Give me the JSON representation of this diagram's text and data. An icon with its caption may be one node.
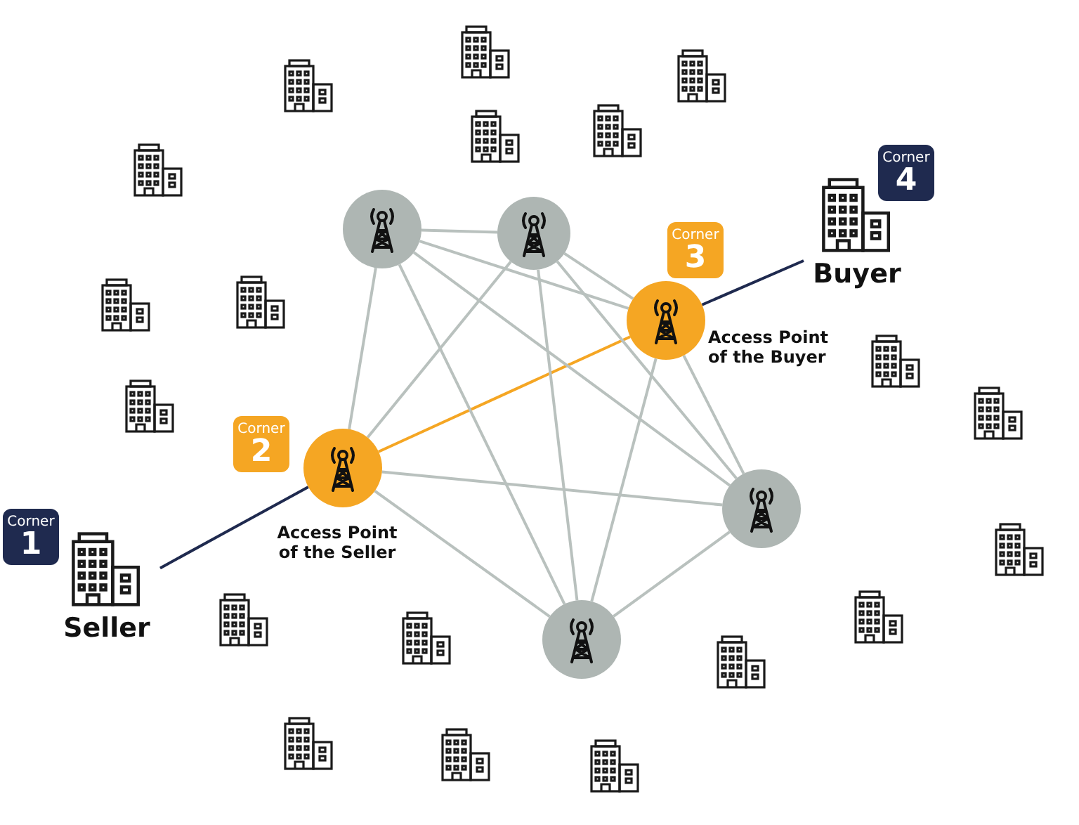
{
  "diagram": {
    "nodes": [
      {
        "text": [
          "Corner",
          "1"
        ]
      },
      {
        "text": [
          "Seller"
        ]
      },
      {
        "text": [
          "Corner",
          "2"
        ]
      },
      {
        "text": [],
        "shape": "circle",
        "beside": [
          "Access Point of the Seller"
        ]
      },
      {
        "text": [],
        "shape": "circle"
      },
      {
        "text": [],
        "shape": "circle"
      },
      {
        "text": [
          "Corner",
          "3"
        ]
      },
      {
        "text": [],
        "shape": "circle",
        "beside": [
          "Access Point of the Buyer"
        ]
      },
      {
        "text": [
          "Corner",
          "4"
        ]
      },
      {
        "text": [
          "Buyer"
        ]
      },
      {
        "text": [],
        "shape": "circle"
      },
      {
        "text": [],
        "shape": "circle"
      }
    ],
    "edges": [
      {
        "from": 1,
        "to": 3,
        "arrow": "none",
        "color": "#1f2a4f"
      },
      {
        "from": 7,
        "to": 9,
        "arrow": "none",
        "color": "#1f2a4f"
      },
      {
        "from": 3,
        "to": 7,
        "arrow": "none",
        "color": "#f5a623"
      },
      {
        "from": 4,
        "to": 5,
        "arrow": "none"
      },
      {
        "from": 4,
        "to": 7,
        "arrow": "none"
      },
      {
        "from": 4,
        "to": 10,
        "arrow": "none"
      },
      {
        "from": 4,
        "to": 11,
        "arrow": "none"
      },
      {
        "from": 4,
        "to": 3,
        "arrow": "none"
      },
      {
        "from": 5,
        "to": 7,
        "arrow": "none"
      },
      {
        "from": 5,
        "to": 10,
        "arrow": "none"
      },
      {
        "from": 5,
        "to": 11,
        "arrow": "none"
      },
      {
        "from": 5,
        "to": 3,
        "arrow": "none"
      },
      {
        "from": 7,
        "to": 10,
        "arrow": "none"
      },
      {
        "from": 7,
        "to": 11,
        "arrow": "none"
      },
      {
        "from": 3,
        "to": 10,
        "arrow": "none"
      },
      {
        "from": 3,
        "to": 11,
        "arrow": "none"
      },
      {
        "from": 10,
        "to": 11,
        "arrow": "none"
      }
    ]
  }
}
